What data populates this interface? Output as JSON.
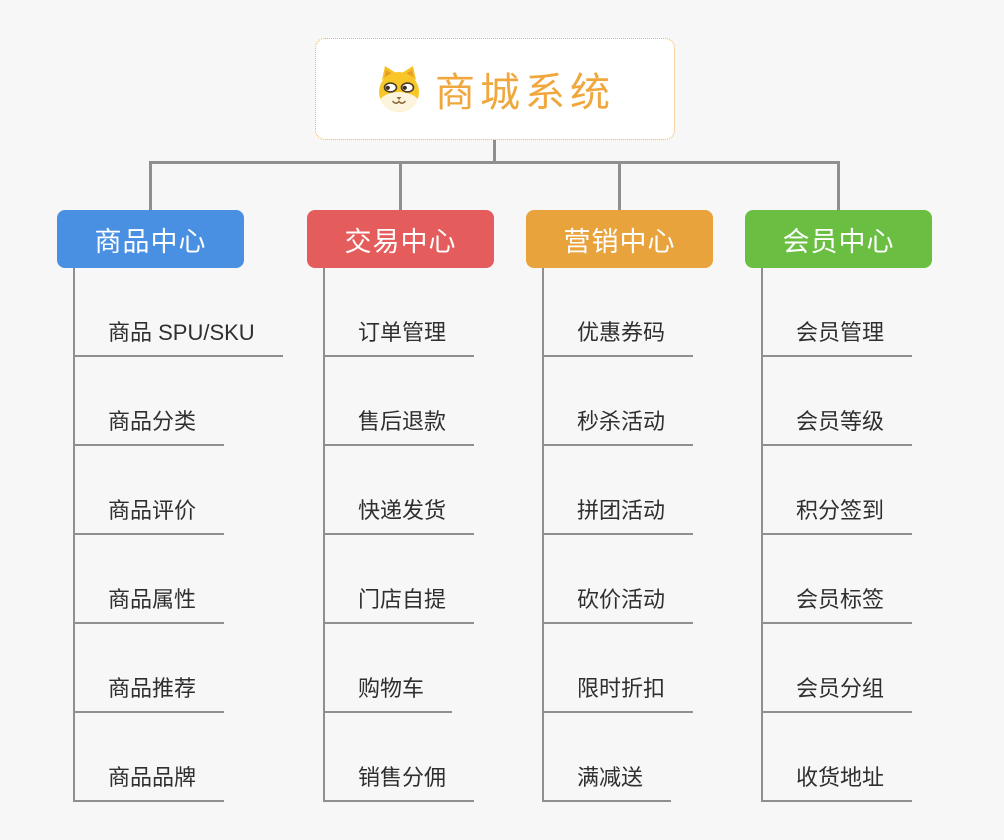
{
  "app": {
    "background_color": "#f7f7f7",
    "connector_color": "#8f8f8f"
  },
  "root": {
    "title": "商城系统",
    "icon": "dog-face-icon",
    "title_color": "#efa73e",
    "border_color": "#f2b24c"
  },
  "branches": [
    {
      "label": "商品中心",
      "color": "#4a90e2",
      "children": [
        "商品 SPU/SKU",
        "商品分类",
        "商品评价",
        "商品属性",
        "商品推荐",
        "商品品牌"
      ]
    },
    {
      "label": "交易中心",
      "color": "#e45c5c",
      "children": [
        "订单管理",
        "售后退款",
        "快递发货",
        "门店自提",
        "购物车",
        "销售分佣"
      ]
    },
    {
      "label": "营销中心",
      "color": "#e8a33d",
      "children": [
        "优惠券码",
        "秒杀活动",
        "拼团活动",
        "砍价活动",
        "限时折扣",
        "满减送"
      ]
    },
    {
      "label": "会员中心",
      "color": "#6abf42",
      "children": [
        "会员管理",
        "会员等级",
        "积分签到",
        "会员标签",
        "会员分组",
        "收货地址"
      ]
    }
  ]
}
